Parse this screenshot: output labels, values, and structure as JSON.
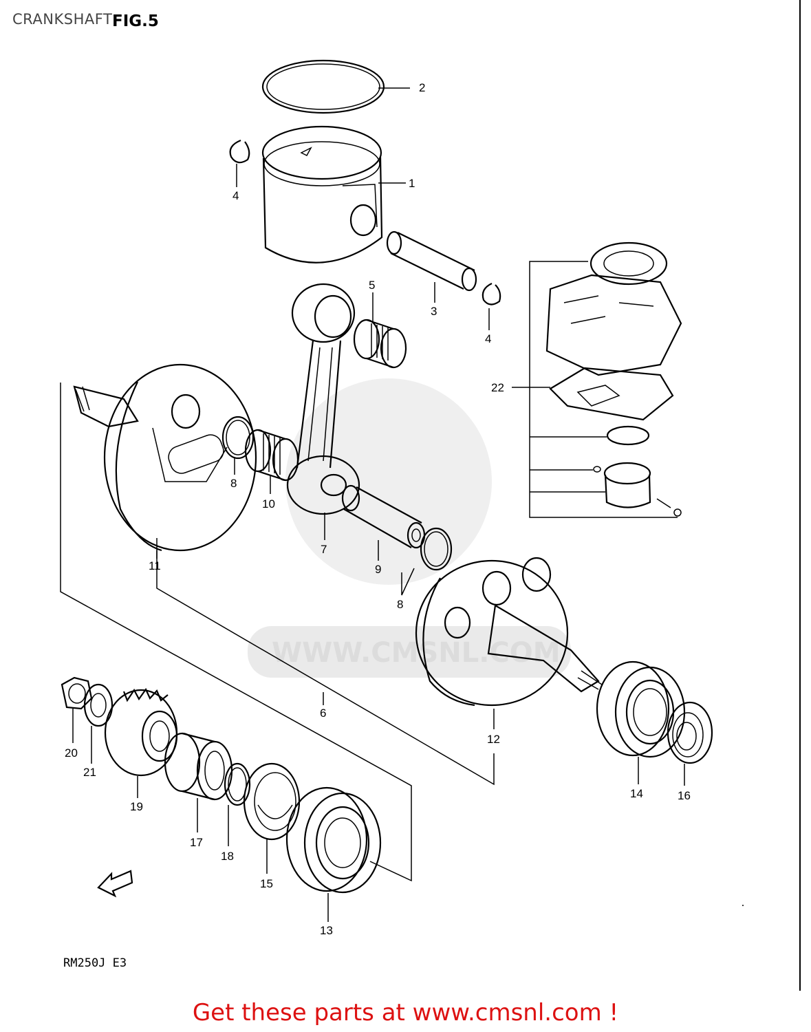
{
  "header": {
    "section_title": "CRANKSHAFT",
    "figure_label": "FIG.5"
  },
  "callouts": [
    {
      "id": "callout-2",
      "label": "2"
    },
    {
      "id": "callout-1",
      "label": "1"
    },
    {
      "id": "callout-4a",
      "label": "4"
    },
    {
      "id": "callout-4b",
      "label": "4"
    },
    {
      "id": "callout-3",
      "label": "3"
    },
    {
      "id": "callout-5",
      "label": "5"
    },
    {
      "id": "callout-22",
      "label": "22"
    },
    {
      "id": "callout-8a",
      "label": "8"
    },
    {
      "id": "callout-10",
      "label": "10"
    },
    {
      "id": "callout-7",
      "label": "7"
    },
    {
      "id": "callout-9",
      "label": "9"
    },
    {
      "id": "callout-8b",
      "label": "8"
    },
    {
      "id": "callout-11",
      "label": "11"
    },
    {
      "id": "callout-6",
      "label": "6"
    },
    {
      "id": "callout-12",
      "label": "12"
    },
    {
      "id": "callout-14",
      "label": "14"
    },
    {
      "id": "callout-16",
      "label": "16"
    },
    {
      "id": "callout-20",
      "label": "20"
    },
    {
      "id": "callout-21",
      "label": "21"
    },
    {
      "id": "callout-19",
      "label": "19"
    },
    {
      "id": "callout-17",
      "label": "17"
    },
    {
      "id": "callout-18",
      "label": "18"
    },
    {
      "id": "callout-15",
      "label": "15"
    },
    {
      "id": "callout-13",
      "label": "13"
    }
  ],
  "fwd_marker": "FWD",
  "model_code": "RM250J  E3",
  "watermark": "WWW.CMSNL.COM",
  "cta": "Get these parts at www.cmsnl.com !"
}
